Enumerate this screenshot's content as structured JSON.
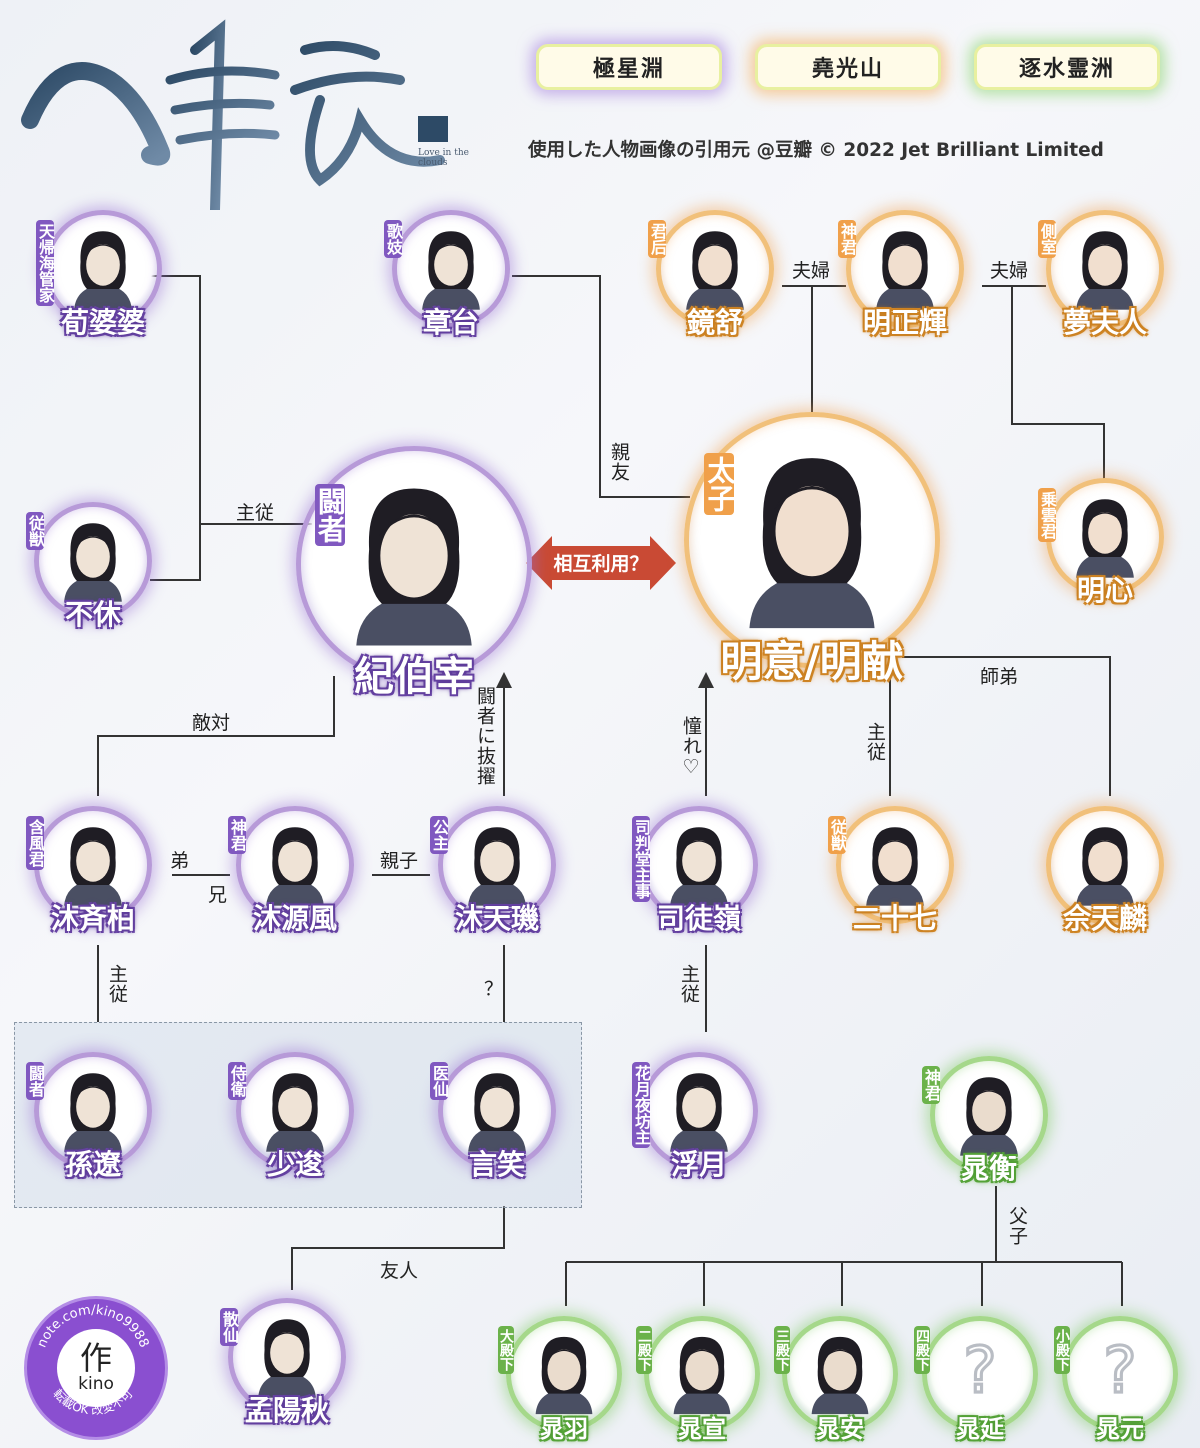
{
  "logo": {
    "sub_text": "Love in the clouds"
  },
  "legend": [
    {
      "label": "極星淵",
      "color": "#b79ad8"
    },
    {
      "label": "堯光山",
      "color": "#f1c07a"
    },
    {
      "label": "逐水霊洲",
      "color": "#a5d88a"
    }
  ],
  "credit": "使用した人物画像の引用元  @豆瓣 © 2022 Jet Brilliant Limited",
  "characters": [
    {
      "id": "xun",
      "name": "荀婆婆",
      "title": "天帰海管家",
      "faction": "purple"
    },
    {
      "id": "zhangtai",
      "name": "章台",
      "title": "歌妓",
      "faction": "purple"
    },
    {
      "id": "jingshu",
      "name": "鏡舒",
      "title": "君后",
      "faction": "orange"
    },
    {
      "id": "mingzhenghui",
      "name": "明正輝",
      "title": "神君",
      "faction": "orange"
    },
    {
      "id": "mengfuren",
      "name": "夢夫人",
      "title": "側室",
      "faction": "orange"
    },
    {
      "id": "buxiu",
      "name": "不休",
      "title": "従獣",
      "faction": "purple"
    },
    {
      "id": "jibozai",
      "name": "紀伯宰",
      "title": "闘者",
      "faction": "purple"
    },
    {
      "id": "mingyi",
      "name": "明意/明献",
      "title": "太子",
      "faction": "orange"
    },
    {
      "id": "mingxin",
      "name": "明心",
      "title": "乗雲君",
      "faction": "orange"
    },
    {
      "id": "muqibai",
      "name": "沐斉柏",
      "title": "含風君",
      "faction": "purple"
    },
    {
      "id": "muyuanfeng",
      "name": "沐源風",
      "title": "神君",
      "faction": "purple"
    },
    {
      "id": "mutianji",
      "name": "沐天璣",
      "title": "公主",
      "faction": "purple"
    },
    {
      "id": "situling",
      "name": "司徒嶺",
      "title": "司判堂主事",
      "faction": "purple"
    },
    {
      "id": "ershiqi",
      "name": "二十七",
      "title": "従獣",
      "faction": "orange"
    },
    {
      "id": "yutianlin",
      "name": "佘天麟",
      "title": "",
      "faction": "orange"
    },
    {
      "id": "sunliao",
      "name": "孫遼",
      "title": "闘者",
      "faction": "purple"
    },
    {
      "id": "shaojun",
      "name": "少逡",
      "title": "侍衛",
      "faction": "purple"
    },
    {
      "id": "yanxiao",
      "name": "言笑",
      "title": "医仙",
      "faction": "purple"
    },
    {
      "id": "fuyue",
      "name": "浮月",
      "title": "花月夜坊主",
      "faction": "purple"
    },
    {
      "id": "chaoheng",
      "name": "晁衡",
      "title": "神君",
      "faction": "green"
    },
    {
      "id": "mengyangqiu",
      "name": "孟陽秋",
      "title": "散仙",
      "faction": "purple"
    },
    {
      "id": "chaoyu",
      "name": "晁羽",
      "title": "大殿下",
      "faction": "green"
    },
    {
      "id": "chaoxuan",
      "name": "晁宣",
      "title": "二殿下",
      "faction": "green"
    },
    {
      "id": "chaoan",
      "name": "晁安",
      "title": "三殿下",
      "faction": "green"
    },
    {
      "id": "chaoyan",
      "name": "晁延",
      "title": "四殿下",
      "faction": "green",
      "unknown": true
    },
    {
      "id": "chaoyuan",
      "name": "晁元",
      "title": "小殿下",
      "faction": "green",
      "unknown": true
    }
  ],
  "relations": {
    "shucong1": "主従",
    "qinyou": "親友",
    "fufu1": "夫婦",
    "fufu2": "夫婦",
    "mutual": "相互利用？",
    "didui": "敵対",
    "promote": "闘者に抜擢",
    "admire": "憧れ♡",
    "shidi": "師弟",
    "shucong2": "主従",
    "di": "弟",
    "xiong": "兄",
    "qinzi": "親子",
    "shucong3": "主従",
    "question": "？",
    "shucong4": "主従",
    "youren": "友人",
    "fuzi": "父子"
  },
  "stamp": {
    "ring_text_top": "note.com/kino9988",
    "ring_text_bottom": "転載OK 改変不可",
    "char": "作",
    "name": "kino"
  }
}
